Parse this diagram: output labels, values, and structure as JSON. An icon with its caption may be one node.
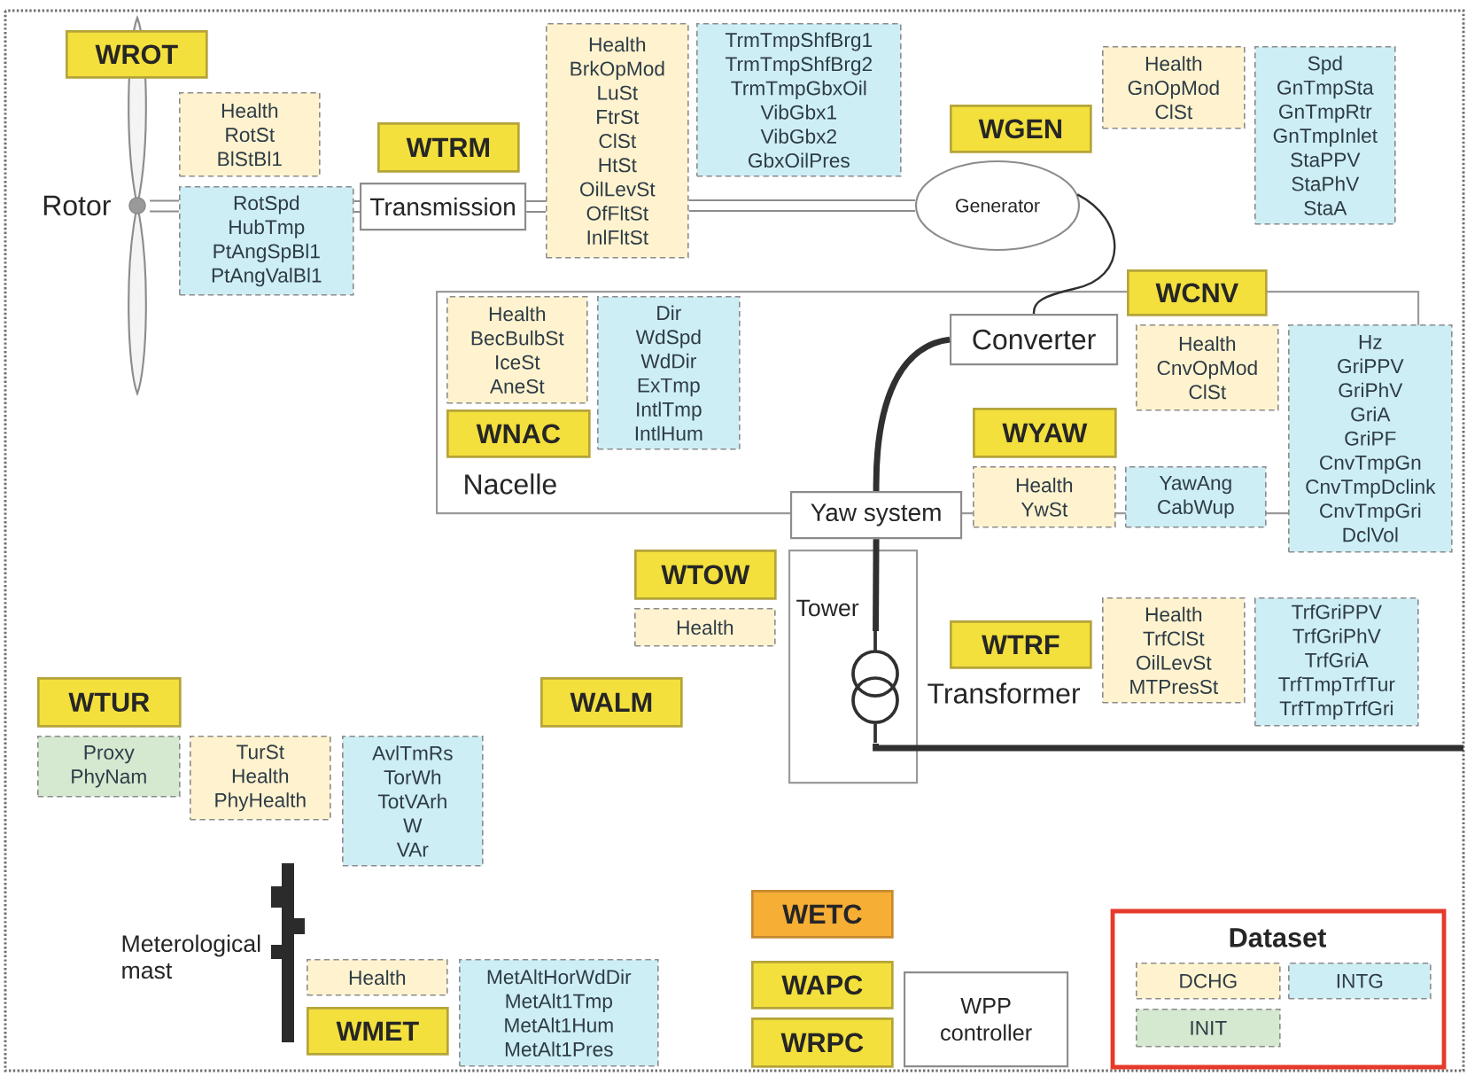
{
  "diagram": {
    "nodes": [
      {
        "text": [],
        "shape": "picture",
        "beside": [
          "Rotor"
        ]
      },
      {
        "text": [
          "WROT"
        ]
      },
      {
        "text": [
          "Health",
          "RotSt",
          "BlStBl1"
        ]
      },
      {
        "text": [
          "RotSpd",
          "HubTmp",
          "PtAngSpBl1",
          "PtAngValBl1"
        ]
      },
      {
        "text": [
          "WTRM"
        ]
      },
      {
        "text": [
          "Transmission"
        ]
      },
      {
        "text": [
          "Health",
          "BrkOpMod",
          "LuSt",
          "FtrSt",
          "ClSt",
          "HtSt",
          "OilLevSt",
          "OfFltSt",
          "InlFltSt"
        ]
      },
      {
        "text": [
          "TrmTmpShfBrg1",
          "TrmTmpShfBrg2",
          "TrmTmpGbxOil",
          "VibGbx1",
          "VibGbx2",
          "GbxOilPres"
        ]
      },
      {
        "text": [
          "WGEN"
        ]
      },
      {
        "text": [
          "Generator"
        ]
      },
      {
        "text": [
          "Health",
          "GnOpMod",
          "ClSt"
        ]
      },
      {
        "text": [
          "Spd",
          "GnTmpSta",
          "GnTmpRtr",
          "GnTmpInlet",
          "StaPPV",
          "StaPhV",
          "StaA"
        ]
      },
      {
        "text": [
          "Nacelle"
        ]
      },
      {
        "text": [
          "Health",
          "BecBulbSt",
          "IceSt",
          "AneSt"
        ],
        "in": 12
      },
      {
        "text": [
          "Dir",
          "WdSpd",
          "WdDir",
          "ExTmp",
          "IntlTmp",
          "IntlHum"
        ],
        "in": 12
      },
      {
        "text": [
          "WNAC"
        ],
        "in": 12
      },
      {
        "text": [
          "Converter"
        ],
        "in": 12
      },
      {
        "text": [
          "WCNV"
        ]
      },
      {
        "text": [
          "Health",
          "CnvOpMod",
          "ClSt"
        ],
        "in": 12
      },
      {
        "text": [
          "Hz",
          "GriPPV",
          "GriPhV",
          "GriA",
          "GriPF",
          "CnvTmpGn",
          "CnvTmpDclink",
          "CnvTmpGri",
          "DclVol"
        ]
      },
      {
        "text": [
          "WYAW"
        ],
        "in": 12
      },
      {
        "text": [
          "Yaw system"
        ]
      },
      {
        "text": [
          "Health",
          "YwSt"
        ]
      },
      {
        "text": [
          "YawAng",
          "CabWup"
        ]
      },
      {
        "text": [
          "WTOW"
        ]
      },
      {
        "text": [
          "Health"
        ]
      },
      {
        "text": [
          "Tower"
        ]
      },
      {
        "text": [],
        "shape": "picture",
        "beside": [
          "Transformer"
        ],
        "in": 26
      },
      {
        "text": [
          "WTRF"
        ]
      },
      {
        "text": [
          "Health",
          "TrfClSt",
          "OilLevSt",
          "MTPresSt"
        ]
      },
      {
        "text": [
          "TrfGriPPV",
          "TrfGriPhV",
          "TrfGriA",
          "TrfTmpTrfTur",
          "TrfTmpTrfGri"
        ]
      },
      {
        "text": [
          "WTUR"
        ]
      },
      {
        "text": [
          "Proxy",
          "PhyNam"
        ]
      },
      {
        "text": [
          "TurSt",
          "Health",
          "PhyHealth"
        ]
      },
      {
        "text": [
          "AvlTmRs",
          "TorWh",
          "TotVArh",
          "W",
          "VAr"
        ]
      },
      {
        "text": [
          "WALM"
        ]
      },
      {
        "text": [
          "Health"
        ]
      },
      {
        "text": [
          "WMET"
        ]
      },
      {
        "text": [
          "MetAltHorWdDir",
          "MetAlt1Tmp",
          "MetAlt1Hum",
          "MetAlt1Pres"
        ]
      },
      {
        "text": [
          "WETC"
        ]
      },
      {
        "text": [
          "WAPC"
        ]
      },
      {
        "text": [
          "WRPC"
        ]
      },
      {
        "text": [
          "WPP controller"
        ]
      }
    ],
    "edges": [
      {
        "from": 0,
        "to": 3,
        "arrow": "none",
        "color": "#8c8c8c"
      },
      {
        "from": 3,
        "to": 5,
        "arrow": "none",
        "color": "#8c8c8c"
      },
      {
        "from": 5,
        "to": 6,
        "arrow": "none",
        "color": "#8c8c8c"
      },
      {
        "from": 6,
        "to": 9,
        "arrow": "none",
        "color": "#8c8c8c"
      },
      {
        "from": 9,
        "to": 16,
        "arrow": "none",
        "color": "#303030"
      },
      {
        "from": 16,
        "to": 21,
        "arrow": "none",
        "style": "thick",
        "color": "#303030"
      },
      {
        "from": 21,
        "to": 27,
        "arrow": "none",
        "style": "thick",
        "color": "#303030"
      },
      {
        "from": 27,
        "to": null,
        "arrow": "none",
        "style": "thick",
        "color": "#303030"
      }
    ],
    "labels": [
      "Meterological mast",
      "Dataset"
    ],
    "legend": [
      {
        "text": "DCHG",
        "color": "#fff3cf"
      },
      {
        "text": "INTG",
        "color": "#cdeef5"
      },
      {
        "text": "INIT",
        "color": "#d5e8d0"
      }
    ]
  }
}
